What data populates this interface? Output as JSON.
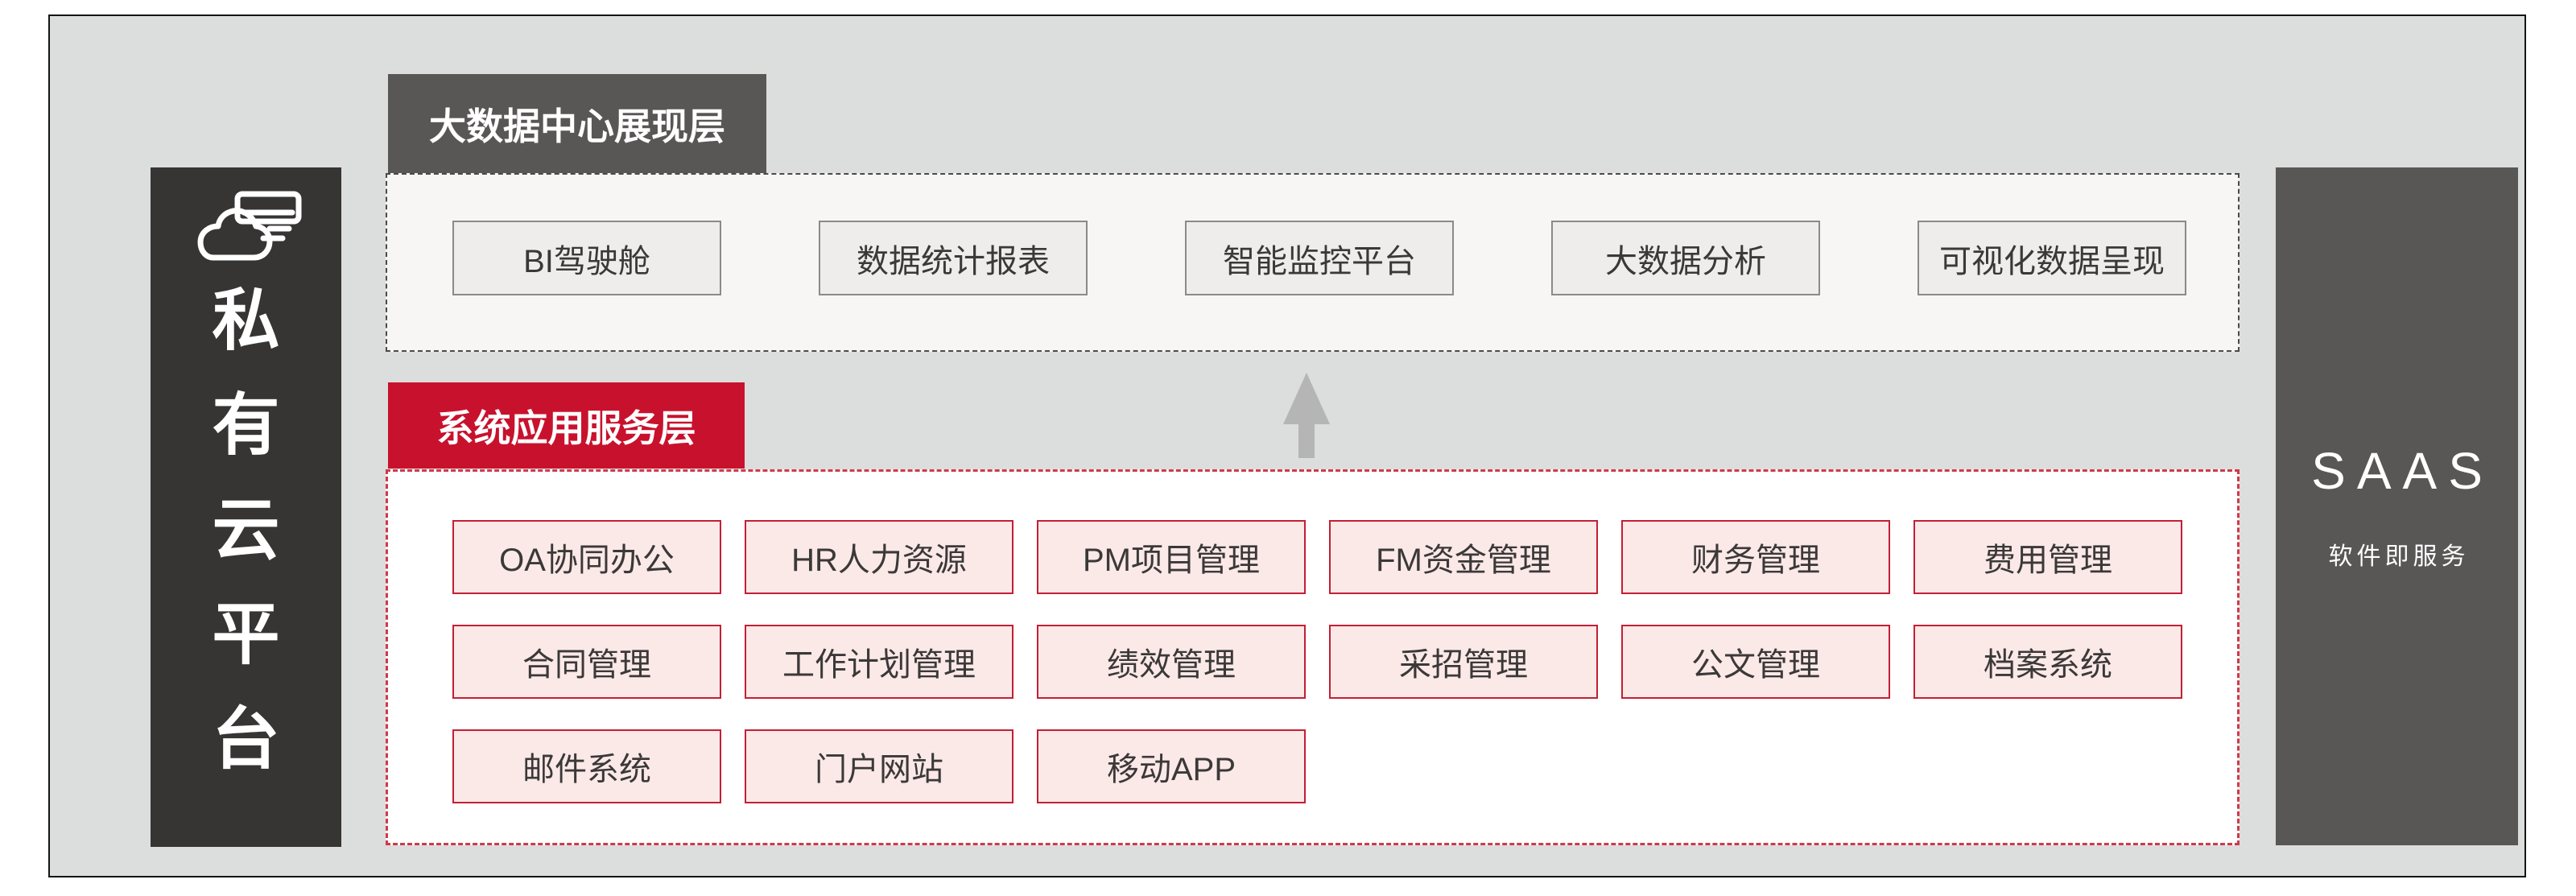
{
  "left_bar": {
    "title": "私有云平台",
    "chars": [
      "私",
      "有",
      "云",
      "平",
      "台"
    ],
    "icon": "cloud-server-icon"
  },
  "presentation_layer": {
    "header": "大数据中心展现层",
    "items": [
      "BI驾驶舱",
      "数据统计报表",
      "智能监控平台",
      "大数据分析",
      "可视化数据呈现"
    ]
  },
  "application_layer": {
    "header": "系统应用服务层",
    "row1": [
      "OA协同办公",
      "HR人力资源",
      "PM项目管理",
      "FM资金管理",
      "财务管理",
      "费用管理"
    ],
    "row2": [
      "合同管理",
      "工作计划管理",
      "绩效管理",
      "采招管理",
      "公文管理",
      "档案系统"
    ],
    "row3": [
      "邮件系统",
      "门户网站",
      "移动APP"
    ]
  },
  "right_bar": {
    "title": "SAAS",
    "subtitle": "软件即服务"
  },
  "colors": {
    "canvas_bg": "#dcdddd",
    "dark_pillar": "#373434",
    "dark_header": "#595656",
    "red_header": "#c8122d",
    "pink_box_bg": "#fbe9e8",
    "pink_box_border": "#c31f35",
    "red_dash_border": "#cf3a49",
    "gray_box_bg": "#eeedeb",
    "gray_box_border": "#8a8a8a",
    "arrow_gray": "#b5b5b5",
    "outer_border": "#141414"
  }
}
